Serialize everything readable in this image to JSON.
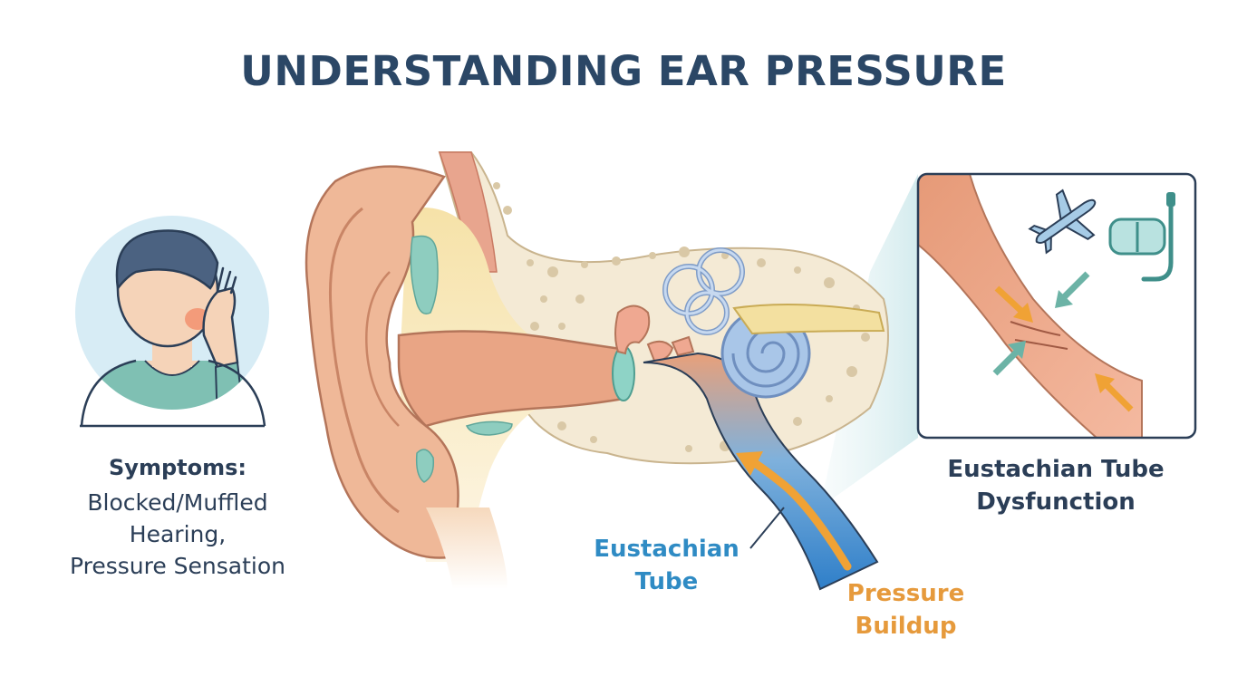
{
  "title": "UNDERSTANDING EAR PRESSURE",
  "symptoms": {
    "heading": "Symptoms:",
    "lines": [
      "Blocked/Muffled",
      "Hearing,",
      "Pressure Sensation"
    ]
  },
  "labels": {
    "eustachian_tube": [
      "Eustachian",
      "Tube"
    ],
    "pressure_buildup": [
      "Pressure",
      "Buildup"
    ],
    "dysfunction": [
      "Eustachian Tube",
      "Dysfunction"
    ]
  },
  "icons": [
    "person-holding-ear-icon",
    "airplane-icon",
    "diving-mask-snorkel-icon",
    "pressure-arrow-icon"
  ],
  "colors": {
    "title": "#2b4766",
    "body_text": "#2b3e57",
    "eustachian_label": "#2f8bc4",
    "pressure_label": "#e69a3c",
    "skin": "#efb898",
    "cartilage": "#8ecdbf",
    "cochlea": "#a9c6e8",
    "tube_blue": "#4f9bd6",
    "pressure_orange": "#f0a235"
  }
}
